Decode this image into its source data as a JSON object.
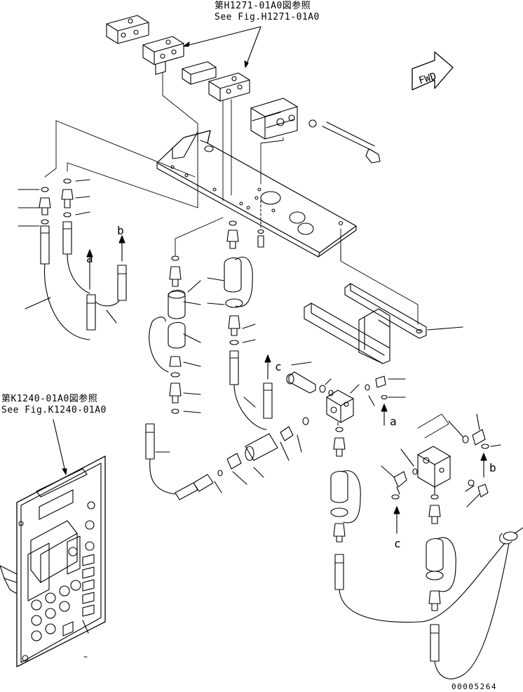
{
  "references": {
    "top": {
      "line1": "第H1271-01A0図参照",
      "line2": "See Fig.H1271-01A0"
    },
    "left": {
      "line1": "第K1240-01A0図参照",
      "line2": "See Fig.K1240-01A0"
    }
  },
  "direction_label": "FWD",
  "callouts": {
    "a1": "a",
    "b1": "b",
    "c1": "c",
    "a2": "a",
    "b2": "b",
    "c2": "c"
  },
  "drawing_number": "00005264"
}
